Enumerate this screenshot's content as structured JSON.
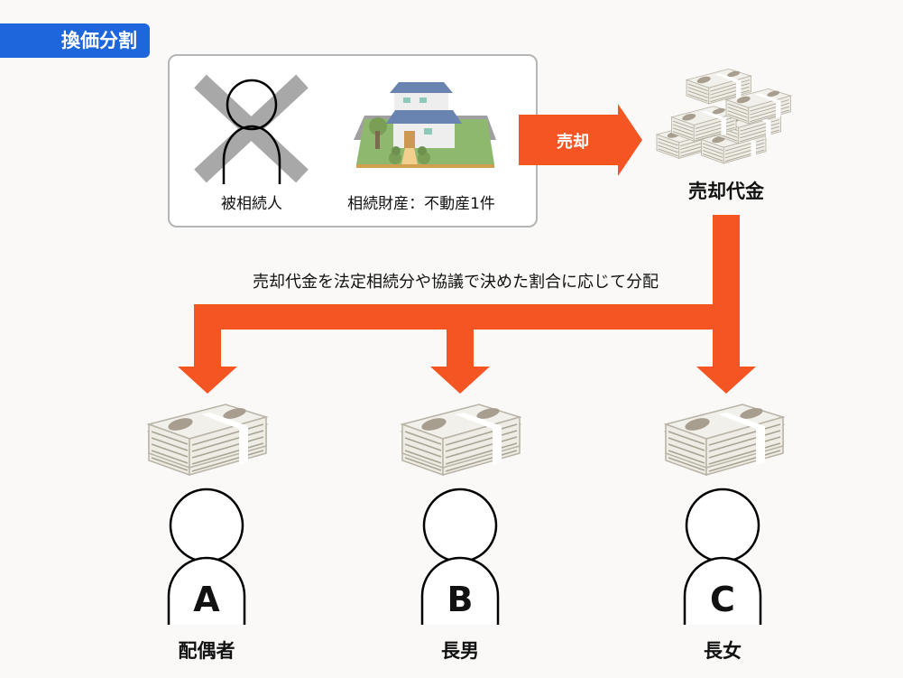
{
  "title": "換価分割",
  "deceased_label": "被相続人",
  "estate_label": "相続財産：不動産1件",
  "sell_arrow_label": "売却",
  "proceeds_label": "売却代金",
  "distribution_note": "売却代金を法定相続分や協議で決めた割合に応じて分配",
  "heirs": [
    {
      "letter": "A",
      "relation": "配偶者"
    },
    {
      "letter": "B",
      "relation": "長男"
    },
    {
      "letter": "C",
      "relation": "長女"
    }
  ],
  "colors": {
    "badge": "#1e66dc",
    "arrow": "#f45523",
    "cross": "#a8a8a8"
  }
}
